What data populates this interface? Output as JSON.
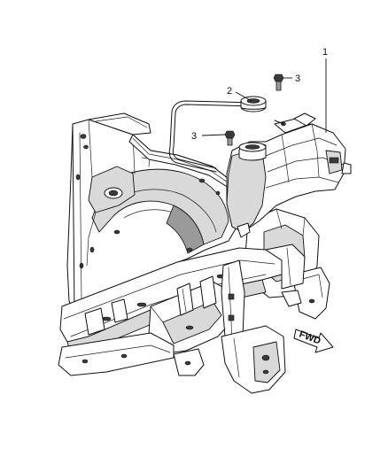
{
  "callouts": [
    {
      "id": "1",
      "label": "1"
    },
    {
      "id": "2",
      "label": "2"
    },
    {
      "id": "3a",
      "label": "3"
    },
    {
      "id": "3b",
      "label": "3"
    }
  ],
  "direction_arrow": {
    "label": "FWD"
  },
  "parts": [
    {
      "number": "1",
      "name": "coolant-reservoir-bottle"
    },
    {
      "number": "2",
      "name": "reservoir-cap"
    },
    {
      "number": "3",
      "name": "mounting-bolt"
    }
  ]
}
